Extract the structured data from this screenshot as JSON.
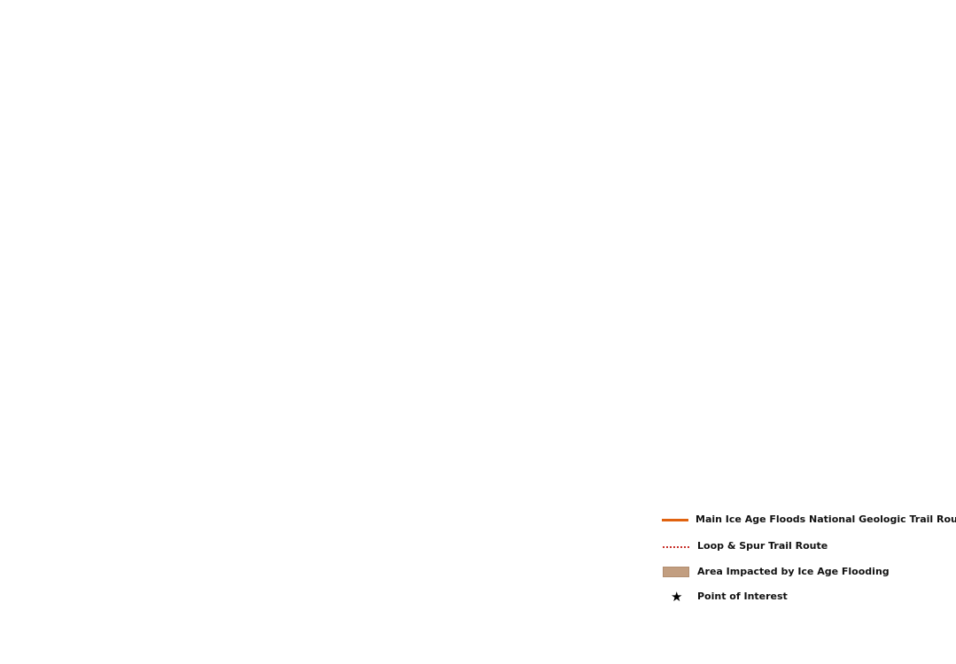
{
  "legend": {
    "items": [
      {
        "symbol": "main-route-line",
        "color": "#e0620f",
        "label": "Main Ice Age Floods National Geologic Trail Route"
      },
      {
        "symbol": "loop-spur-dotted-line",
        "color": "#c8312a",
        "label": "Loop & Spur Trail Route"
      },
      {
        "symbol": "flood-area-swatch",
        "color": "#c29e80",
        "label": "Area Impacted by Ice Age Flooding"
      },
      {
        "symbol": "star-icon",
        "glyph": "★",
        "color": "#000000",
        "label": "Point of Interest"
      }
    ]
  }
}
